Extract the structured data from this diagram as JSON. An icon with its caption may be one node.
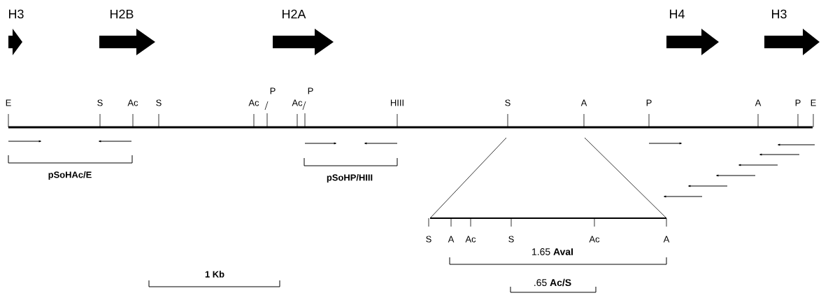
{
  "diagram": {
    "labels": [
      "H3",
      "H2B",
      "H2A",
      "H4",
      "H3",
      "E",
      "S",
      "Ac",
      "S",
      "Ac",
      "P",
      "Ac",
      "P",
      "HIII",
      "S",
      "A",
      "P",
      "A",
      "P",
      "E",
      "pSoHAc/E",
      "pSoHP/HIII",
      "S",
      "A",
      "Ac",
      "S",
      "Ac",
      "A",
      "1.65 **AvaI**",
      ".65 **Ac/S**",
      "1 Kb"
    ]
  }
}
